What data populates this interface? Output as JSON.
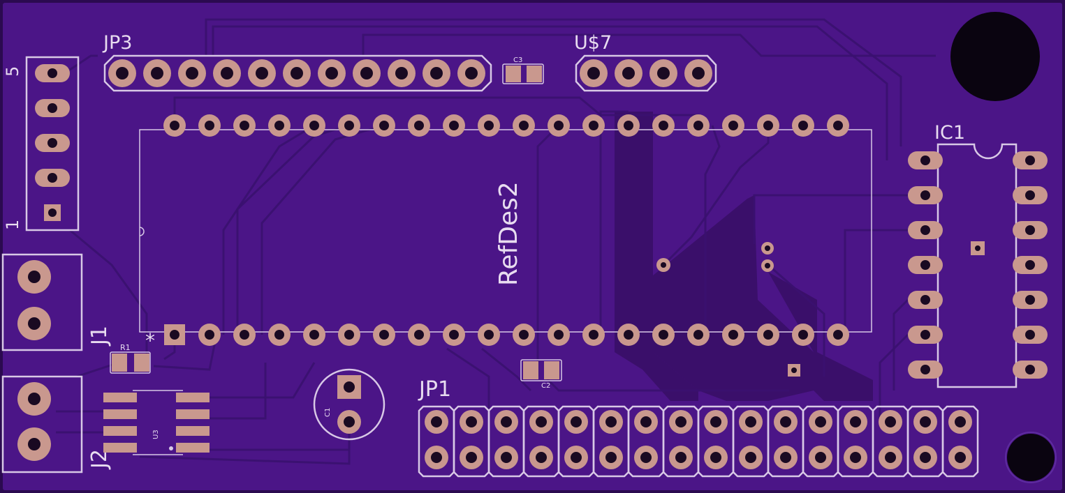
{
  "colors": {
    "board": "#4b1587",
    "board_edge": "#2b0a50",
    "trace": "#3a1170",
    "copper_pad": "#c9988e",
    "silkscreen": "#d8c8e6",
    "drill": "#0a0410"
  },
  "labels": {
    "jp3": "JP3",
    "u7": "U$7",
    "c3": "C3",
    "ic1": "IC1",
    "refdes2": "RefDes2",
    "j1": "J1",
    "j2": "J2",
    "r1": "R1",
    "u3": "U3",
    "c1": "C1",
    "c2": "C2",
    "jp1": "JP1",
    "conn_pin5": "5",
    "conn_pin1": "1",
    "pin1_marker": "*"
  }
}
